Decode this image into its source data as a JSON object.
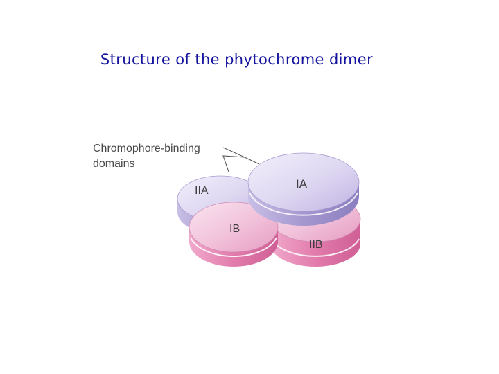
{
  "slide": {
    "title": "Structure of the phytochrome dimer"
  },
  "diagram": {
    "callout_label_line1": "Chromophore-binding",
    "callout_label_line2": "domains",
    "domains": {
      "IIA": "IIA",
      "IA": "IA",
      "IB": "IB",
      "IIB": "IIB"
    }
  },
  "colors": {
    "title": "#14149e",
    "purple_domain_top": "#d9d2ef",
    "purple_domain_side": "#a79bd0",
    "pink_domain_top": "#f2bfd8",
    "pink_domain_side": "#e07aa9"
  }
}
